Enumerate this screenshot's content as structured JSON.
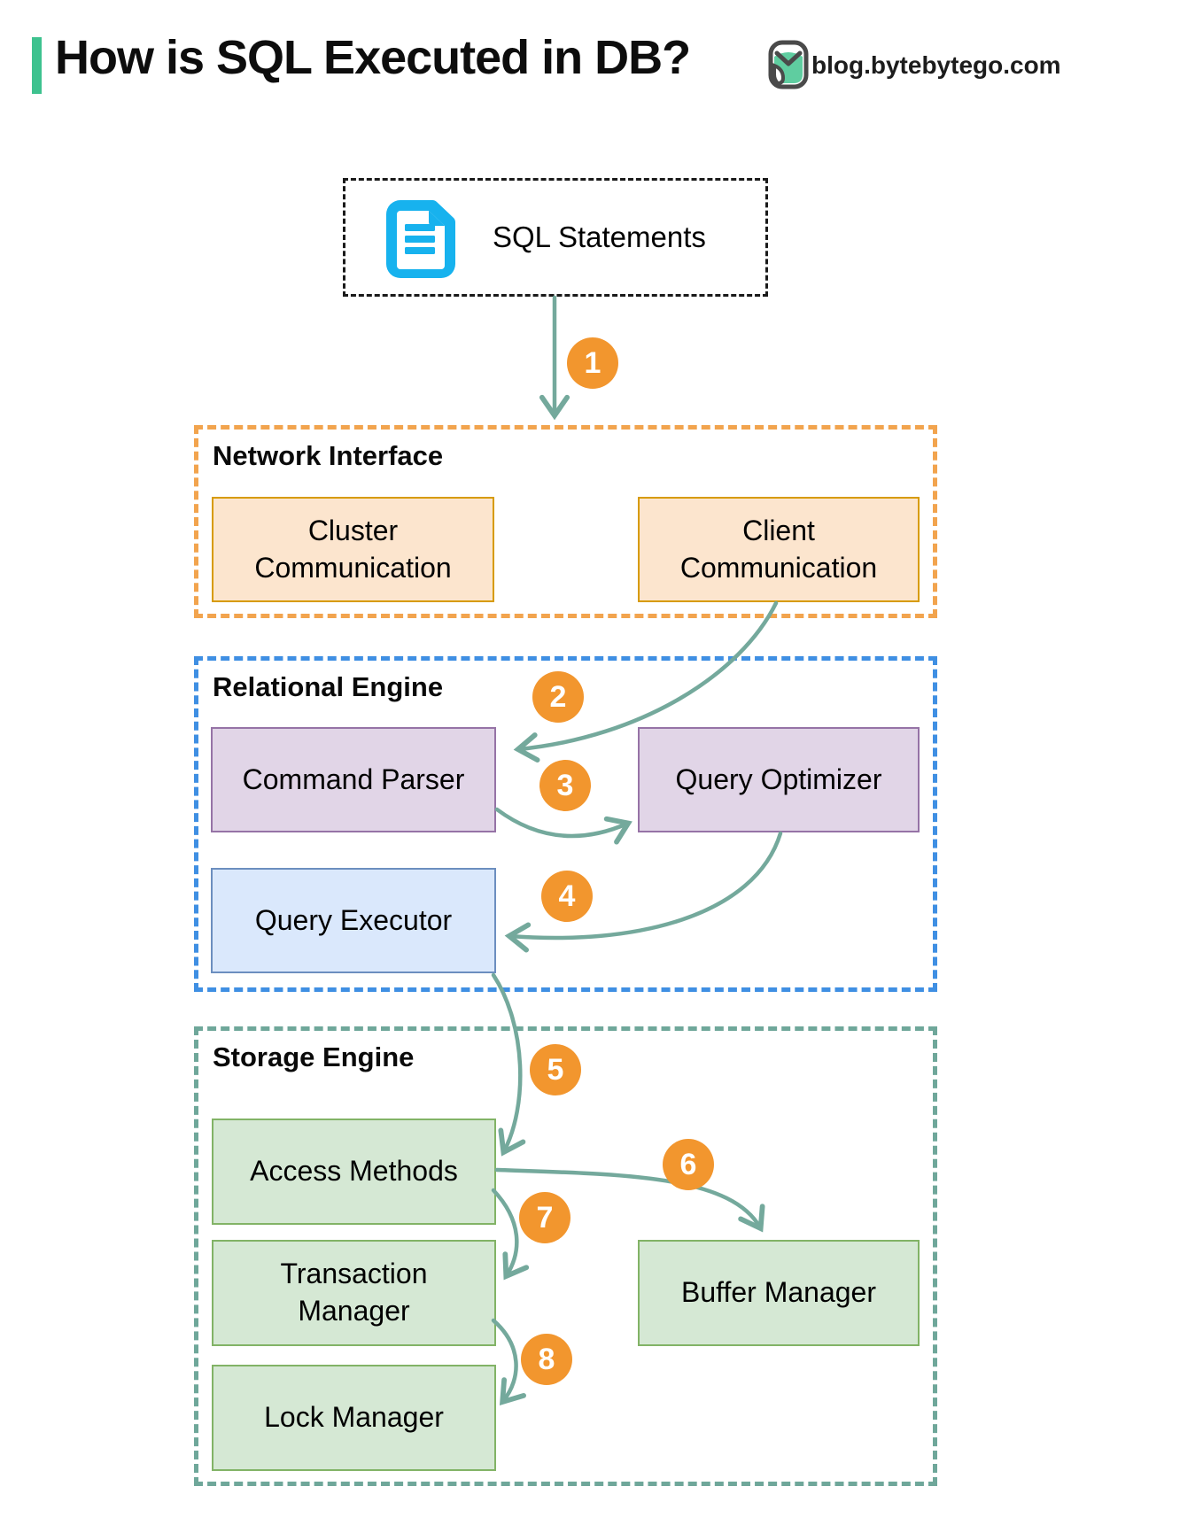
{
  "header": {
    "title": "How is SQL Executed in DB?",
    "brand": "blog.bytebytego.com"
  },
  "source": {
    "label": "SQL Statements",
    "icon": "document-icon"
  },
  "sections": [
    {
      "id": "network-interface",
      "title": "Network Interface",
      "border_color": "#f2a44e",
      "boxes": [
        {
          "label": "Cluster Communication",
          "fill": "#fce5ce",
          "border": "#d79b00"
        },
        {
          "label": "Client Communication",
          "fill": "#fce5ce",
          "border": "#d79b00"
        }
      ]
    },
    {
      "id": "relational-engine",
      "title": "Relational Engine",
      "border_color": "#3f8fe3",
      "boxes": [
        {
          "label": "Command Parser",
          "fill": "#e1d5e7",
          "border": "#9673a6"
        },
        {
          "label": "Query Optimizer",
          "fill": "#e1d5e7",
          "border": "#9673a6"
        },
        {
          "label": "Query Executor",
          "fill": "#dae8fc",
          "border": "#6c8ebf"
        }
      ]
    },
    {
      "id": "storage-engine",
      "title": "Storage Engine",
      "border_color": "#6fa79a",
      "boxes": [
        {
          "label": "Access Methods",
          "fill": "#d5e8d4",
          "border": "#82b366"
        },
        {
          "label": "Transaction Manager",
          "fill": "#d5e8d4",
          "border": "#82b366"
        },
        {
          "label": "Lock Manager",
          "fill": "#d5e8d4",
          "border": "#82b366"
        },
        {
          "label": "Buffer Manager",
          "fill": "#d5e8d4",
          "border": "#82b366"
        }
      ]
    }
  ],
  "steps": [
    {
      "n": "1",
      "from": "SQL Statements",
      "to": "Network Interface"
    },
    {
      "n": "2",
      "from": "Client Communication",
      "to": "Command Parser"
    },
    {
      "n": "3",
      "from": "Command Parser",
      "to": "Query Optimizer"
    },
    {
      "n": "4",
      "from": "Query Optimizer",
      "to": "Query Executor"
    },
    {
      "n": "5",
      "from": "Query Executor",
      "to": "Access Methods"
    },
    {
      "n": "6",
      "from": "Access Methods",
      "to": "Buffer Manager"
    },
    {
      "n": "7",
      "from": "Access Methods",
      "to": "Transaction Manager"
    },
    {
      "n": "8",
      "from": "Transaction Manager",
      "to": "Lock Manager"
    }
  ],
  "colors": {
    "accent_green": "#3ec28f",
    "arrow_teal": "#74a99c",
    "badge_orange": "#f2962e",
    "icon_cyan": "#17b2ee"
  }
}
